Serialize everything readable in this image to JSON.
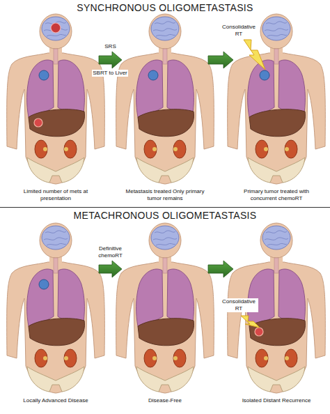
{
  "diagram": {
    "nodes": [
      {
        "text": [
          "SYNCHRONOUS OLIGOMETASTASIS"
        ]
      },
      {
        "text": [
          "Limited number of mets at presentation"
        ],
        "in": 0
      },
      {
        "text": [
          "Metastasis treated Only primary tumor remains"
        ],
        "in": 0
      },
      {
        "text": [
          "Primary tumor treated with concurrent chemoRT"
        ],
        "in": 0
      },
      {
        "text": [
          "METACHRONOUS OLIGOMETASTASIS"
        ]
      },
      {
        "text": [
          "Locally Advanced Disease"
        ],
        "in": 4
      },
      {
        "text": [
          "Disease-Free"
        ],
        "in": 4
      },
      {
        "text": [
          "Isolated Distant Recurrence"
        ],
        "in": 4
      }
    ],
    "edges": [
      {
        "from": 1,
        "to": 2,
        "label": "SRS",
        "arrow": "to"
      },
      {
        "from": 2,
        "to": 3,
        "arrow": "to"
      },
      {
        "from": 5,
        "to": 6,
        "label": "Definitive chemoRT",
        "arrow": "to"
      },
      {
        "from": 6,
        "to": 7,
        "arrow": "to"
      }
    ],
    "labels": [
      "SBRT to Liver",
      "Consolidative RT",
      "Consolidative RT"
    ]
  }
}
